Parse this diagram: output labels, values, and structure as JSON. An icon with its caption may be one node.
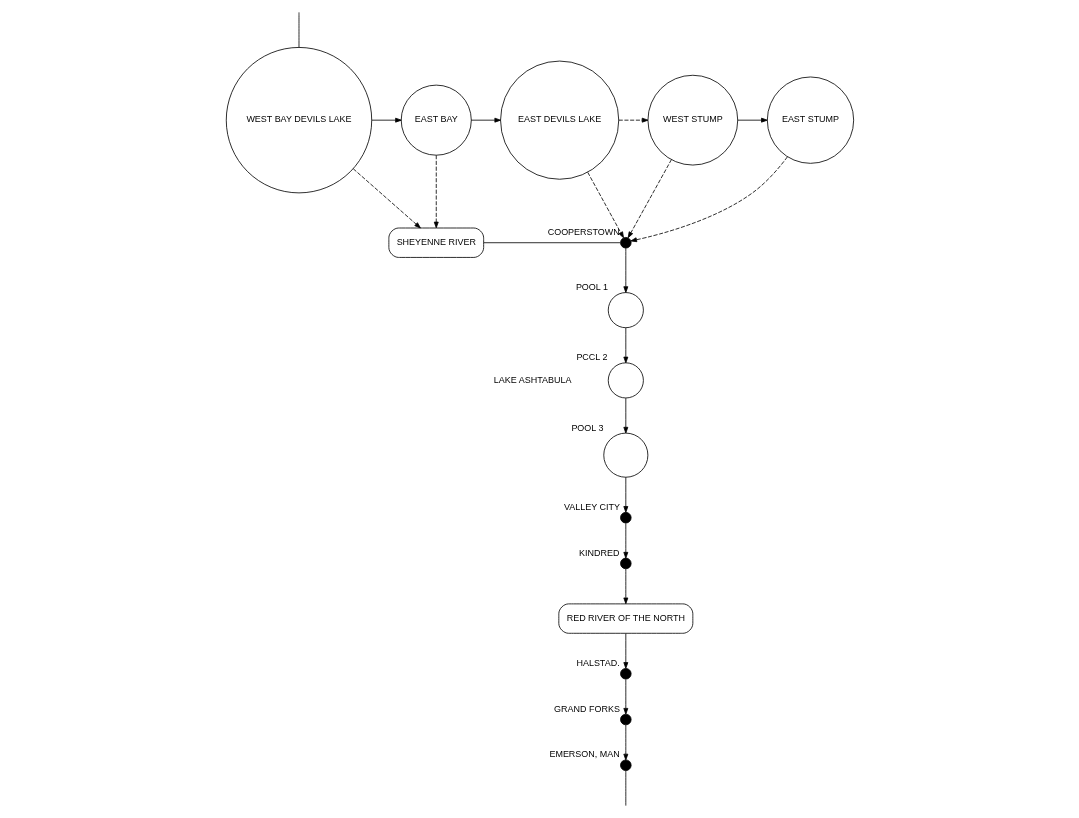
{
  "diagram": {
    "nodes": [
      {
        "text": [
          "WEST BAY DEVILS LAKE"
        ]
      },
      {
        "text": [
          "EAST BAY"
        ]
      },
      {
        "text": [
          "EAST DEVILS LAKE"
        ]
      },
      {
        "text": [
          "WEST STUMP"
        ]
      },
      {
        "text": [
          "EAST STUMP"
        ]
      },
      {
        "text": [
          "SHEYENNE RIVER"
        ]
      },
      {
        "text": [],
        "shape": "circle",
        "beside": [
          "COOPERSTOWN"
        ]
      },
      {
        "text": [],
        "shape": "circle",
        "beside": [
          "POOL 1"
        ]
      },
      {
        "text": [],
        "shape": "circle",
        "beside": [
          "PCCL 2"
        ]
      },
      {
        "text": [],
        "shape": "circle",
        "beside": [
          "POOL 3"
        ]
      },
      {
        "text": [],
        "shape": "circle",
        "beside": [
          "VALLEY CITY"
        ]
      },
      {
        "text": [],
        "shape": "circle",
        "beside": [
          "KINDRED"
        ]
      },
      {
        "text": [
          "RED RIVER OF THE NORTH"
        ]
      },
      {
        "text": [],
        "shape": "circle",
        "beside": [
          "HALSTAD."
        ]
      },
      {
        "text": [],
        "shape": "circle",
        "beside": [
          "GRAND FORKS"
        ]
      },
      {
        "text": [],
        "shape": "circle",
        "beside": [
          "EMERSON, MAN"
        ]
      }
    ],
    "edges": [
      {
        "from": null,
        "to": 0,
        "arrow": "none"
      },
      {
        "from": 0,
        "to": 1,
        "arrow": "to"
      },
      {
        "from": 1,
        "to": 2,
        "arrow": "to"
      },
      {
        "from": 2,
        "to": 3,
        "arrow": "to",
        "style": "dashed"
      },
      {
        "from": 3,
        "to": 4,
        "arrow": "to"
      },
      {
        "from": 0,
        "to": 5,
        "arrow": "to",
        "style": "dashed"
      },
      {
        "from": 1,
        "to": 5,
        "arrow": "to",
        "style": "dashed"
      },
      {
        "from": 5,
        "to": 6,
        "arrow": "none"
      },
      {
        "from": 2,
        "to": 6,
        "arrow": "to",
        "style": "dashed"
      },
      {
        "from": 3,
        "to": 6,
        "arrow": "to",
        "style": "dashed"
      },
      {
        "from": 4,
        "to": 6,
        "arrow": "to",
        "style": "dashed"
      },
      {
        "from": 6,
        "to": 7,
        "arrow": "to"
      },
      {
        "from": 7,
        "to": 8,
        "arrow": "to"
      },
      {
        "from": 8,
        "to": 9,
        "arrow": "to"
      },
      {
        "from": 9,
        "to": 10,
        "arrow": "to"
      },
      {
        "from": 10,
        "to": 11,
        "arrow": "to"
      },
      {
        "from": 11,
        "to": 12,
        "arrow": "to"
      },
      {
        "from": 12,
        "to": 13,
        "arrow": "to"
      },
      {
        "from": 13,
        "to": 14,
        "arrow": "to"
      },
      {
        "from": 14,
        "to": 15,
        "arrow": "to"
      },
      {
        "from": 15,
        "to": null,
        "arrow": "none"
      }
    ],
    "labels": [
      "LAKE ASHTABULA"
    ]
  }
}
